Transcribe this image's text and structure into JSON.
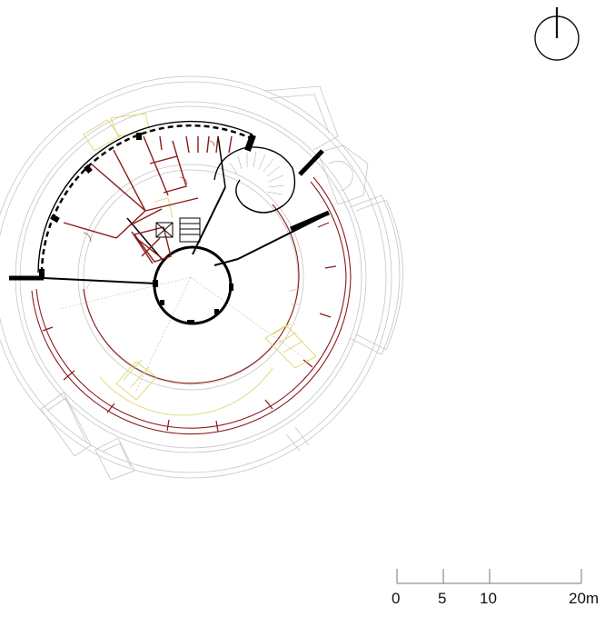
{
  "north_arrow": {
    "icon": "north-arrow-icon"
  },
  "scale_bar": {
    "labels": [
      "0",
      "5",
      "10",
      "20m"
    ]
  },
  "colors": {
    "structure": "#000000",
    "existing": "#bfbfbf",
    "new_walls": "#8b1a1a",
    "circulation": "#e6e08a"
  }
}
